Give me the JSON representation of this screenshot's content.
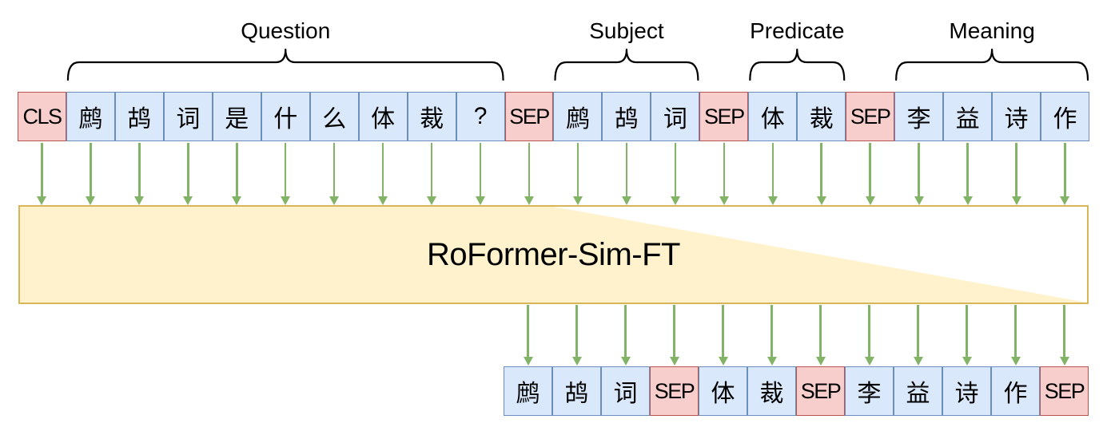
{
  "figure": {
    "description_label": "seq2seq token diagram"
  },
  "model": {
    "name": "RoFormer-Sim-FT"
  },
  "groups": [
    {
      "label": "Question",
      "from": 1,
      "to": 9
    },
    {
      "label": "Subject",
      "from": 11,
      "to": 13
    },
    {
      "label": "Predicate",
      "from": 15,
      "to": 16
    },
    {
      "label": "Meaning",
      "from": 18,
      "to": 21
    }
  ],
  "input_tokens": [
    {
      "t": "CLS",
      "special": true
    },
    {
      "t": "鹧",
      "special": false
    },
    {
      "t": "鸪",
      "special": false
    },
    {
      "t": "词",
      "special": false
    },
    {
      "t": "是",
      "special": false
    },
    {
      "t": "什",
      "special": false
    },
    {
      "t": "么",
      "special": false
    },
    {
      "t": "体",
      "special": false
    },
    {
      "t": "裁",
      "special": false
    },
    {
      "t": "?",
      "special": false
    },
    {
      "t": "SEP",
      "special": true
    },
    {
      "t": "鹧",
      "special": false
    },
    {
      "t": "鸪",
      "special": false
    },
    {
      "t": "词",
      "special": false
    },
    {
      "t": "SEP",
      "special": true
    },
    {
      "t": "体",
      "special": false
    },
    {
      "t": "裁",
      "special": false
    },
    {
      "t": "SEP",
      "special": true
    },
    {
      "t": "李",
      "special": false
    },
    {
      "t": "益",
      "special": false
    },
    {
      "t": "诗",
      "special": false
    },
    {
      "t": "作",
      "special": false
    }
  ],
  "output_tokens": [
    {
      "t": "鹧",
      "special": false
    },
    {
      "t": "鸪",
      "special": false
    },
    {
      "t": "词",
      "special": false
    },
    {
      "t": "SEP",
      "special": true
    },
    {
      "t": "体",
      "special": false
    },
    {
      "t": "裁",
      "special": false
    },
    {
      "t": "SEP",
      "special": true
    },
    {
      "t": "李",
      "special": false
    },
    {
      "t": "益",
      "special": false
    },
    {
      "t": "诗",
      "special": false
    },
    {
      "t": "作",
      "special": false
    },
    {
      "t": "SEP",
      "special": true
    }
  ],
  "colors": {
    "background": "#ffffff",
    "token_fill": "#dae8fc",
    "token_border": "#6c8ebf",
    "special_fill": "#f8cecc",
    "special_border": "#b85450",
    "box_fill": "#fff2cc",
    "box_border": "#d6b656",
    "arrow": "#82b366",
    "brace": "#000000",
    "text": "#000000"
  }
}
